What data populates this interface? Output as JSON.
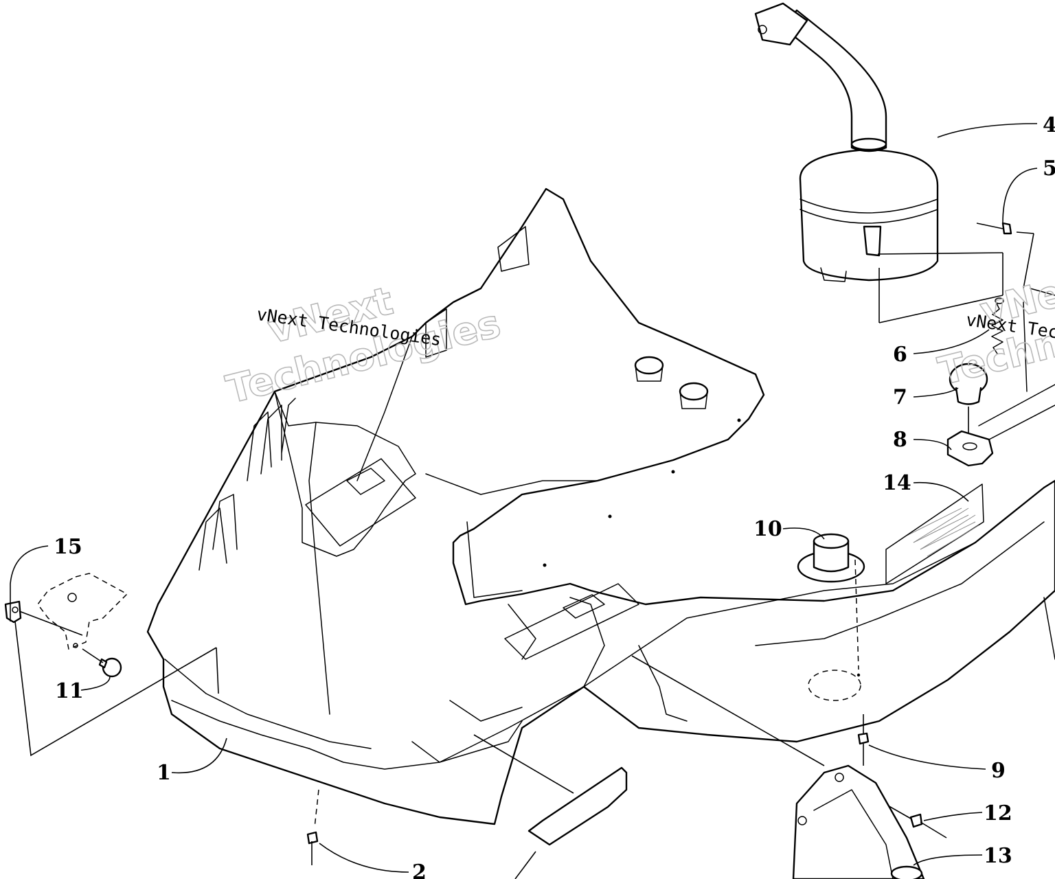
{
  "watermark": {
    "line1": "vNext",
    "line2": "Technologies",
    "small": "vNext Technologies"
  },
  "callouts": {
    "c1": "1",
    "c2": "2",
    "c4": "4",
    "c5": "5",
    "c6": "6",
    "c7": "7",
    "c8": "8",
    "c9": "9",
    "c10": "10",
    "c11": "11",
    "c12": "12",
    "c13": "13",
    "c14": "14",
    "c15": "15"
  }
}
